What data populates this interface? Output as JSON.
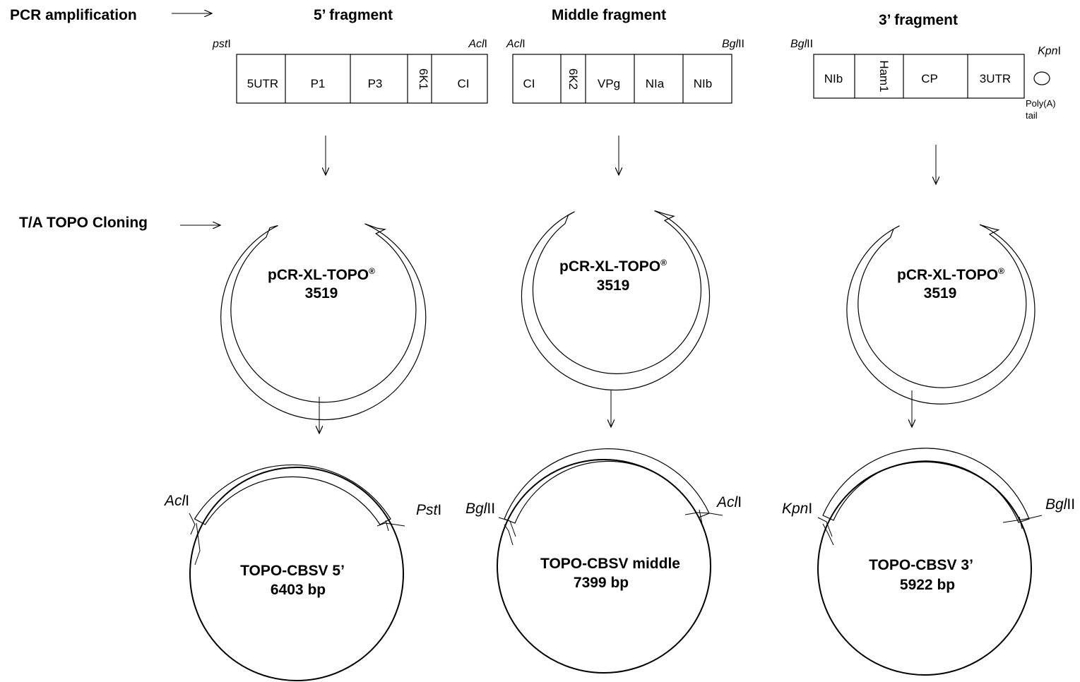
{
  "steps": {
    "pcr_amplification": "PCR amplification",
    "topo_cloning": "T/A  TOPO Cloning"
  },
  "fragments": [
    {
      "title": "5’ fragment",
      "left_site": {
        "italic": "pst",
        "roman": "I"
      },
      "right_site": {
        "italic": "Acl",
        "roman": "I"
      },
      "segments": [
        "5UTR",
        "P1",
        "P3",
        "6K1",
        "CI"
      ]
    },
    {
      "title": "Middle fragment",
      "left_site": {
        "italic": "Acl",
        "roman": "I"
      },
      "right_site": {
        "italic": "Bgl",
        "roman": "II"
      },
      "segments": [
        "CI",
        "6K2",
        "VPg",
        "NIa",
        "NIb"
      ]
    },
    {
      "title": "3’ fragment",
      "left_site": {
        "italic": "Bgl",
        "roman": "II"
      },
      "right_site": {
        "italic": "Kpn",
        "roman": "I"
      },
      "segments": [
        "NIb",
        "Ham1",
        "CP",
        "3UTR"
      ],
      "polya_label": [
        "Poly(A)",
        "tail"
      ]
    }
  ],
  "vector": {
    "name": "pCR-XL-TOPO",
    "superscript": "®",
    "size": "3519"
  },
  "constructs": [
    {
      "name": "TOPO-CBSV 5’",
      "size": "6403 bp",
      "left_site": {
        "italic": "Acl",
        "roman": "I"
      },
      "right_site": {
        "italic": "Pst",
        "roman": "I"
      }
    },
    {
      "name": "TOPO-CBSV middle",
      "size": "7399 bp",
      "left_site": {
        "italic": "Bgl",
        "roman": "II"
      },
      "right_site": {
        "italic": "Acl",
        "roman": "I"
      }
    },
    {
      "name": "TOPO-CBSV 3’",
      "size": "5922 bp",
      "left_site": {
        "italic": "Kpn",
        "roman": "I"
      },
      "right_site": {
        "italic": "Bgl",
        "roman": "II"
      }
    }
  ]
}
